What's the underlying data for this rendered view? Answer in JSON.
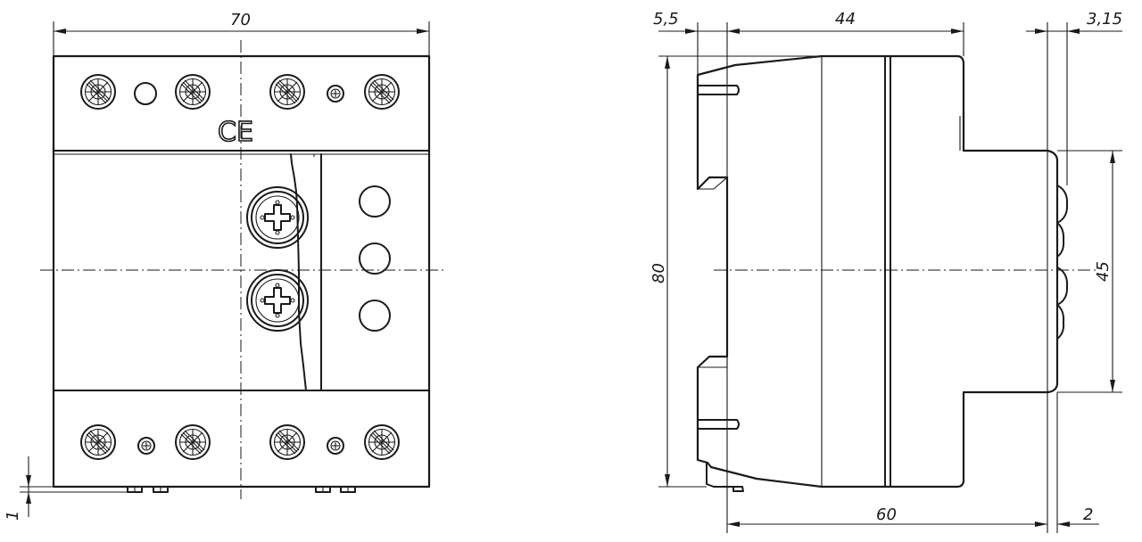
{
  "dimensions": {
    "front_width": "70",
    "front_bottom_offset": "1",
    "side_rail_offset": "5,5",
    "side_body_depth": "44",
    "side_knob_offset": "3,15",
    "side_height": "80",
    "side_face_height": "45",
    "side_total_depth": "60",
    "side_front_offset": "2"
  },
  "marks": {
    "ce": "CE"
  }
}
